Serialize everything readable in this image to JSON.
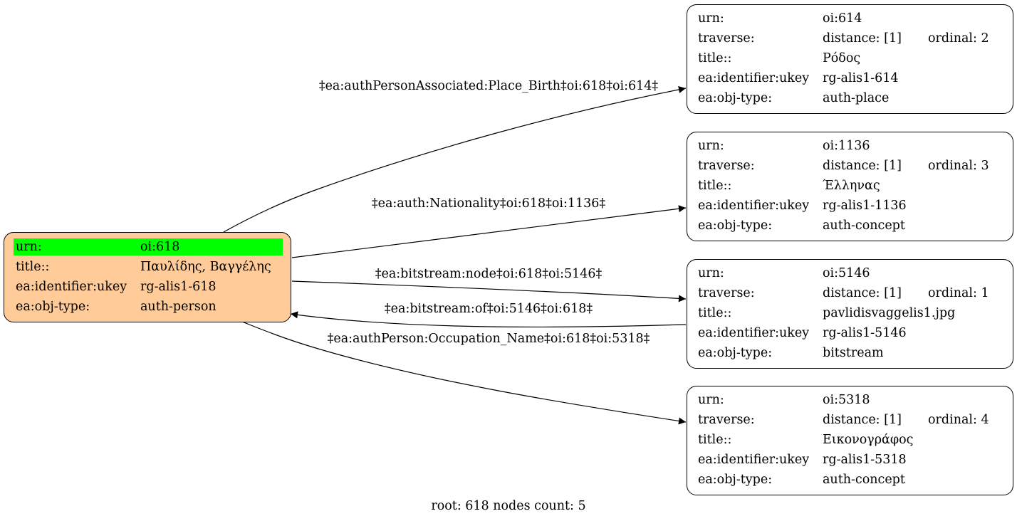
{
  "root_node": {
    "rows": [
      {
        "key": "urn:",
        "value": "oi:618"
      },
      {
        "key": "title::",
        "value": "Παυλίδης, Βαγγέλης"
      },
      {
        "key": "ea:identifier:ukey",
        "value": "rg-alis1-618"
      },
      {
        "key": "ea:obj-type:",
        "value": "auth-person"
      }
    ]
  },
  "nodes": [
    {
      "urn_label": "urn:",
      "urn": "oi:614",
      "traverse_label": "traverse:",
      "distance": "distance: [1]",
      "ordinal": "ordinal: 2",
      "title_label": "title::",
      "title": "Ρόδος",
      "ukey_label": "ea:identifier:ukey",
      "ukey": "rg-alis1-614",
      "type_label": "ea:obj-type:",
      "type": "auth-place"
    },
    {
      "urn_label": "urn:",
      "urn": "oi:1136",
      "traverse_label": "traverse:",
      "distance": "distance: [1]",
      "ordinal": "ordinal: 3",
      "title_label": "title::",
      "title": "Έλληνας",
      "ukey_label": "ea:identifier:ukey",
      "ukey": "rg-alis1-1136",
      "type_label": "ea:obj-type:",
      "type": "auth-concept"
    },
    {
      "urn_label": "urn:",
      "urn": "oi:5146",
      "traverse_label": "traverse:",
      "distance": "distance: [1]",
      "ordinal": "ordinal: 1",
      "title_label": "title::",
      "title": "pavlidisvaggelis1.jpg",
      "ukey_label": "ea:identifier:ukey",
      "ukey": "rg-alis1-5146",
      "type_label": "ea:obj-type:",
      "type": "bitstream"
    },
    {
      "urn_label": "urn:",
      "urn": "oi:5318",
      "traverse_label": "traverse:",
      "distance": "distance: [1]",
      "ordinal": "ordinal: 4",
      "title_label": "title::",
      "title": "Εικονογράφος",
      "ukey_label": "ea:identifier:ukey",
      "ukey": "rg-alis1-5318",
      "type_label": "ea:obj-type:",
      "type": "auth-concept"
    }
  ],
  "edges": [
    {
      "label": "‡ea:authPersonAssociated:Place_Birth‡oi:618‡oi:614‡"
    },
    {
      "label": "‡ea:auth:Nationality‡oi:618‡oi:1136‡"
    },
    {
      "label": "‡ea:bitstream:node‡oi:618‡oi:5146‡"
    },
    {
      "label": "‡ea:bitstream:of‡oi:5146‡oi:618‡"
    },
    {
      "label": "‡ea:authPerson:Occupation_Name‡oi:618‡oi:5318‡"
    }
  ],
  "footer": "root: 618 nodes count: 5",
  "colors": {
    "root_fill": "#ffcc99",
    "highlight": "#00ff00",
    "stroke": "#000000"
  }
}
